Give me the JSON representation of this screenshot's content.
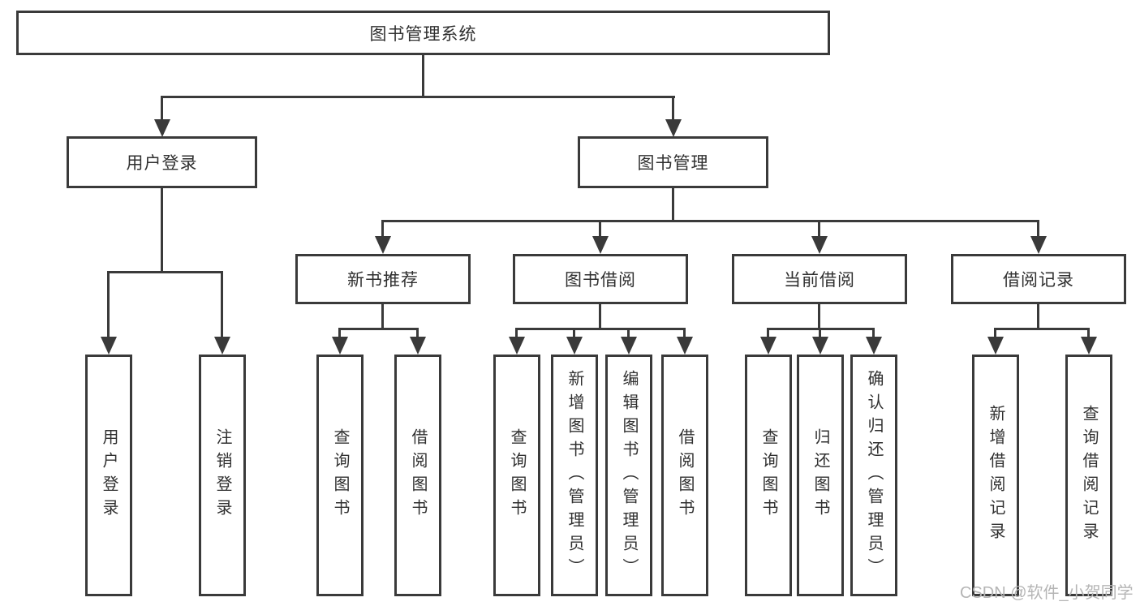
{
  "diagram": {
    "title": "图书管理系统",
    "branches": {
      "user_login": {
        "label": "用户登录",
        "children": [
          "用户登录",
          "注销登录"
        ]
      },
      "book_management": {
        "label": "图书管理",
        "children": {
          "new_books": {
            "label": "新书推荐",
            "children": [
              "查询图书",
              "借阅图书"
            ]
          },
          "book_borrowing": {
            "label": "图书借阅",
            "children": [
              "查询图书",
              "新增图书（管理员）",
              "编辑图书（管理员）",
              "借阅图书"
            ]
          },
          "current_borrowing": {
            "label": "当前借阅",
            "children": [
              "查询图书",
              "归还图书",
              "确认归还（管理员）"
            ]
          },
          "borrowing_records": {
            "label": "借阅记录",
            "children": [
              "新增借阅记录",
              "查询借阅记录"
            ]
          }
        }
      }
    },
    "watermark": "CSDN @软件_小贺同学",
    "colors": {
      "background": "#ffffff",
      "border": "#3a3a3a",
      "line": "#3a3a3a",
      "text": "#303030",
      "watermark": "#b5b5b5"
    }
  }
}
